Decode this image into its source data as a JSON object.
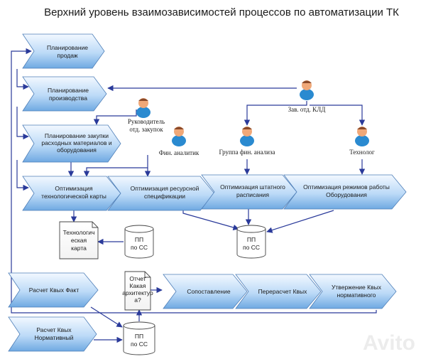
{
  "title": "Верхний уровень взаимозависимостей процессов по автоматизации ТК",
  "processes": {
    "sales_planning": [
      "Планирование",
      "продаж"
    ],
    "production_planning": [
      "Планирование",
      "производства"
    ],
    "procurement_planning": [
      "Планирование закупки",
      "расходных материалов и",
      "оборудования"
    ],
    "tech_map_opt": [
      "Оптимизация",
      "технологической карты"
    ],
    "resource_spec_opt": [
      "Оптимизация ресурсной",
      "спецификации"
    ],
    "staffing_opt": [
      "Оптимизация штатного",
      "расписания"
    ],
    "equipment_opt": [
      "Оптимизация режимов работы",
      "Оборудования"
    ],
    "actual_calc": [
      "Расчет Квых Факт"
    ],
    "normative_calc": [
      "Расчет Квых",
      "Нормативный"
    ],
    "comparison": [
      "Сопоставление"
    ],
    "recalc": [
      "Перерасчет Квых"
    ],
    "approval": [
      "Утвержение Квых",
      "нормативного"
    ]
  },
  "documents": {
    "tech_map": [
      "Технологич",
      "еская",
      "карта"
    ],
    "report": [
      "Отчет",
      "Какая",
      "архитектур",
      "а?"
    ]
  },
  "databases": {
    "db_top": [
      "ПП",
      "по СС"
    ],
    "db_mid": [
      "ПП",
      "по СС"
    ],
    "db_bottom": [
      "ПП",
      "по СС"
    ]
  },
  "roles": {
    "head_kld": "Зав. отд. КЛД",
    "procurement_head": [
      "Руководитель",
      "отд. закупок"
    ],
    "fin_analyst": "Фин. аналитик",
    "fin_group": "Группа фин. анализа",
    "technologist": "Технолог"
  },
  "watermark": "Avito",
  "colors": {
    "chevron_top": "#eef6ff",
    "chevron_bottom": "#7fb6ea",
    "chevron_stroke": "#4f7fb8",
    "edge": "#2a3a9a",
    "person_head": "#f0a878",
    "person_body": "#2a8ad0"
  }
}
